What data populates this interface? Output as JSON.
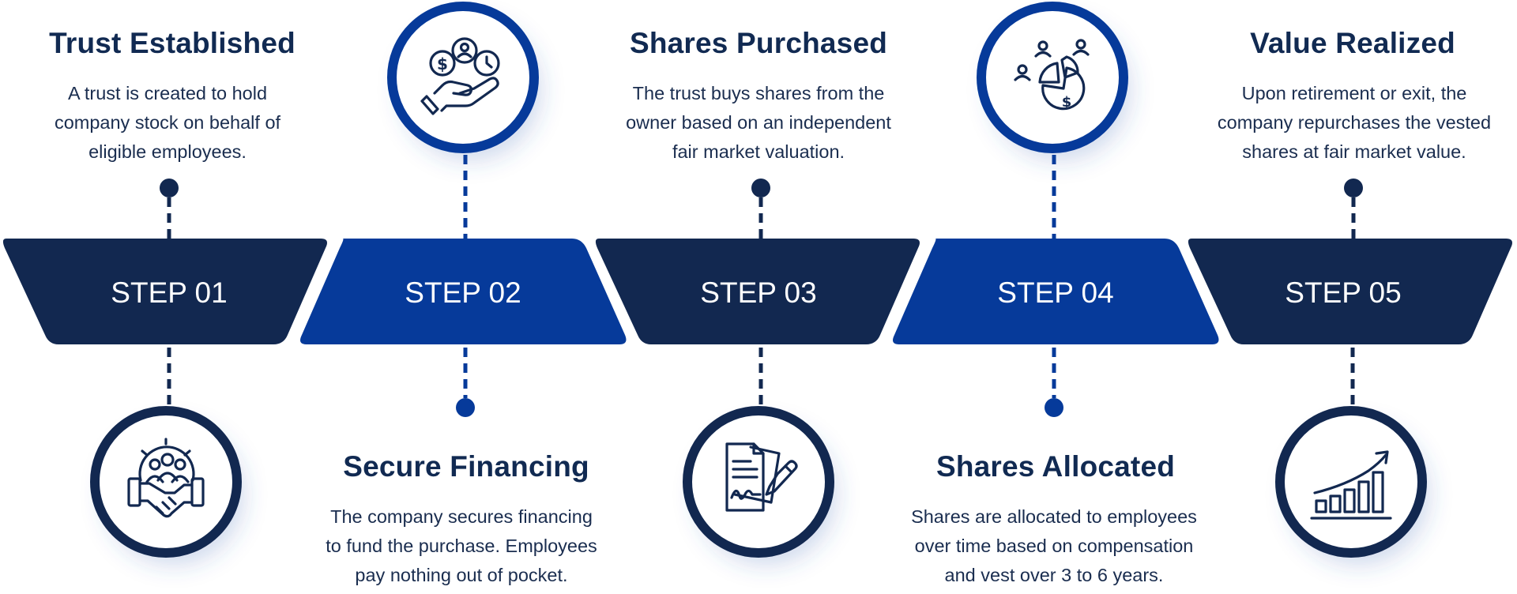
{
  "colors": {
    "navy": "#122850",
    "royal_blue": "#063a9a",
    "text_dark": "#112a52",
    "white": "#ffffff"
  },
  "steps": [
    {
      "label": "STEP 01",
      "title": "Trust Established",
      "description": [
        "A trust is created to hold",
        "company stock on behalf of",
        "eligible employees."
      ],
      "icon": "handshake-people-gear-icon",
      "color": "navy"
    },
    {
      "label": "STEP 02",
      "title": "Secure Financing",
      "description": [
        "The company secures financing",
        "to fund the purchase. Employees",
        "pay nothing out of pocket."
      ],
      "icon": "hand-money-time-icon",
      "color": "royal_blue"
    },
    {
      "label": "STEP 03",
      "title": "Shares Purchased",
      "description": [
        "The trust buys shares from the",
        "owner based on an independent",
        "fair market valuation."
      ],
      "icon": "signed-contract-icon",
      "color": "navy"
    },
    {
      "label": "STEP 04",
      "title": "Shares Allocated",
      "description": [
        "Shares are allocated to employees",
        "over time based on compensation",
        "and vest over 3 to 6 years."
      ],
      "icon": "pie-chart-people-icon",
      "color": "royal_blue"
    },
    {
      "label": "STEP 05",
      "title": "Value Realized",
      "description": [
        "Upon retirement or exit, the",
        "company repurchases the vested",
        "shares at fair market value."
      ],
      "icon": "growth-bar-chart-icon",
      "color": "navy"
    }
  ]
}
